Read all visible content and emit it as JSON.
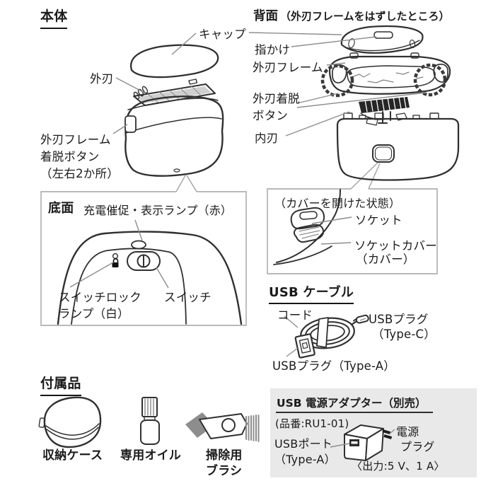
{
  "colors": {
    "ink": "#1b1b1b",
    "line_art": "#303030",
    "callout_line": "#8d8d8d",
    "box_border": "#a2a2a2",
    "panel_bg": "#e9e9e9",
    "fill_gray": "#8d8d8d"
  },
  "main_unit": {
    "heading": "本体",
    "cap": "キャップ",
    "outer_blade": "外刃",
    "frame_button_line1": "外刃フレーム",
    "frame_button_line2": "着脱ボタン",
    "frame_button_line3": "（左右2か所）"
  },
  "back_view": {
    "heading": "背面",
    "note": "（外刃フレームをはずしたところ）",
    "finger_rest": "指かけ",
    "outer_blade_frame": "外刃フレーム",
    "release_button_line1": "外刃着脱",
    "release_button_line2": "ボタン",
    "inner_blade": "内刃"
  },
  "bottom_view": {
    "heading": "底面",
    "charge_lamp": "充電催促・表示ランプ（赤）",
    "switch_lock_line1": "スイッチロック",
    "switch_lock_line2": "ランプ（白）",
    "switch_label": "スイッチ"
  },
  "socket_view": {
    "note": "（カバーを開けた状態）",
    "socket": "ソケット",
    "socket_cover_line1": "ソケットカバー",
    "socket_cover_line2": "（カバー）"
  },
  "usb_cable": {
    "heading": "USB ケーブル",
    "cord": "コード",
    "plug_c_line1": "USBプラグ",
    "plug_c_line2": "（Type-C）",
    "plug_a": "USBプラグ（Type-A）"
  },
  "accessories": {
    "heading": "付属品",
    "case": "収納ケース",
    "oil": "専用オイル",
    "brush_line1": "掃除用",
    "brush_line2": "ブラシ"
  },
  "adapter": {
    "title": "USB 電源アダプター（別売）",
    "part_number": "(品番:RU1-01)",
    "usb_port_line1": "USBポート",
    "usb_port_line2": "（Type-A）",
    "power_plug_line1": "電源",
    "power_plug_line2": "プラグ",
    "output": "〈出力:5 V、1 A〉"
  }
}
